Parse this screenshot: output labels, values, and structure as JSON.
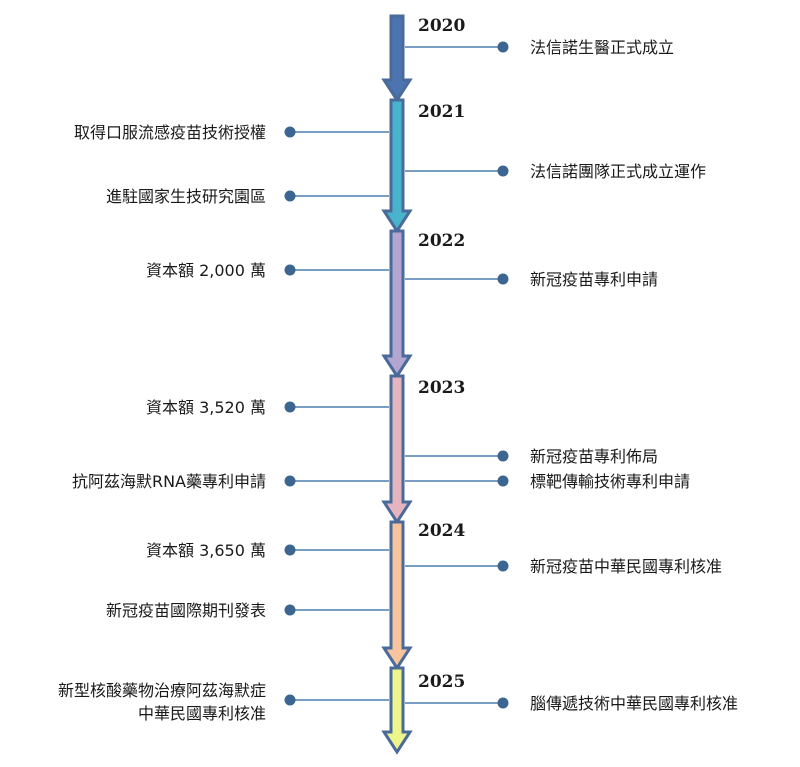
{
  "timeline": {
    "colors": {
      "line": "#4d7fb0",
      "dot": "#3d6591",
      "border": "#4a6a9a"
    },
    "segments": [
      {
        "year": "2020",
        "fill": "#4b74b0",
        "right": [
          {
            "text": "法信諾生醫正式成立"
          }
        ],
        "left": []
      },
      {
        "year": "2021",
        "fill": "#48b4cc",
        "right": [
          {
            "text": "法信諾團隊正式成立運作"
          }
        ],
        "left": [
          {
            "text": "取得口服流感疫苗技術授權"
          },
          {
            "text": "進駐國家生技研究園區"
          }
        ]
      },
      {
        "year": "2022",
        "fill": "#b3a6d1",
        "right": [
          {
            "text": "新冠疫苗專利申請"
          }
        ],
        "left": [
          {
            "text": "資本額 2,000 萬"
          }
        ]
      },
      {
        "year": "2023",
        "fill": "#e4b4bf",
        "right": [
          {
            "text": "新冠疫苗專利佈局"
          },
          {
            "text": "標靶傳輸技術專利申請"
          }
        ],
        "left": [
          {
            "text": "資本額 3,520 萬"
          },
          {
            "text": "抗阿茲海默RNA藥專利申請"
          }
        ]
      },
      {
        "year": "2024",
        "fill": "#f7c49c",
        "right": [
          {
            "text": "新冠疫苗中華民國專利核准"
          }
        ],
        "left": [
          {
            "text": "資本額 3,650 萬"
          },
          {
            "text": "新冠疫苗國際期刊發表"
          }
        ]
      },
      {
        "year": "2025",
        "fill": "#eef58a",
        "right": [
          {
            "text": "腦傳遞技術中華民國專利核准"
          }
        ],
        "left": [
          {
            "text": "新型核酸藥物治療阿茲海默症",
            "text2": "中華民國專利核准"
          }
        ]
      }
    ]
  }
}
